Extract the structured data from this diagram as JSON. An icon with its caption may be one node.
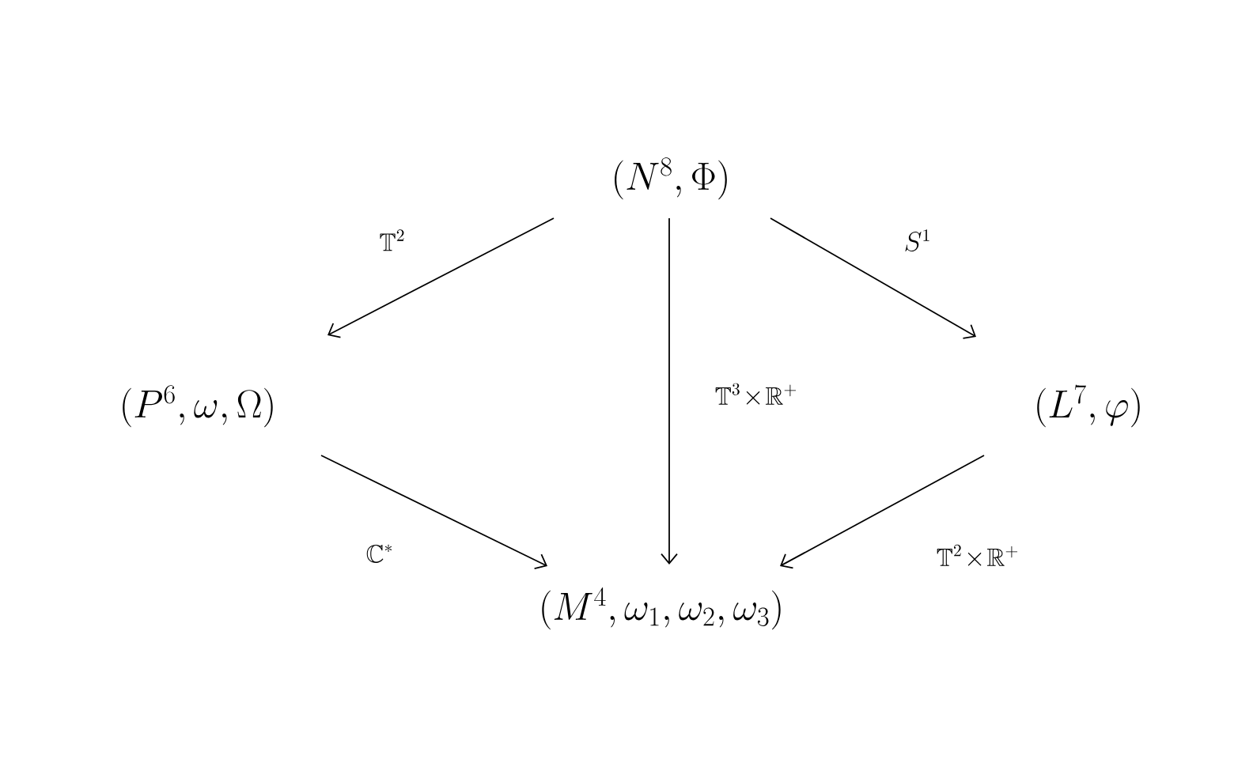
{
  "diagram": {
    "nodes": [
      {
        "text": [
          "(N^8,\\Phi)"
        ]
      },
      {
        "text": [
          "(P^6,\\omega,\\Omega)"
        ]
      },
      {
        "text": [
          "(L^7,\\varphi)"
        ]
      },
      {
        "text": [
          "(M^4,\\omega_1,\\omega_2,\\omega_3)"
        ]
      }
    ],
    "edges": [
      {
        "from": 0,
        "to": 1,
        "arrow": "to",
        "label": "\\mathbb{T}^2"
      },
      {
        "from": 0,
        "to": 3,
        "arrow": "to",
        "label": "\\mathbb{T}^3\\!\\times\\!\\mathbb{R}^+"
      },
      {
        "from": 0,
        "to": 2,
        "arrow": "to",
        "label": "S^1"
      },
      {
        "from": 1,
        "to": 3,
        "arrow": "to",
        "label": "\\mathbb{C}^*"
      },
      {
        "from": 2,
        "to": 3,
        "arrow": "to",
        "label": "\\mathbb{T}^2\\!\\times\\!\\mathbb{R}^+"
      }
    ]
  }
}
